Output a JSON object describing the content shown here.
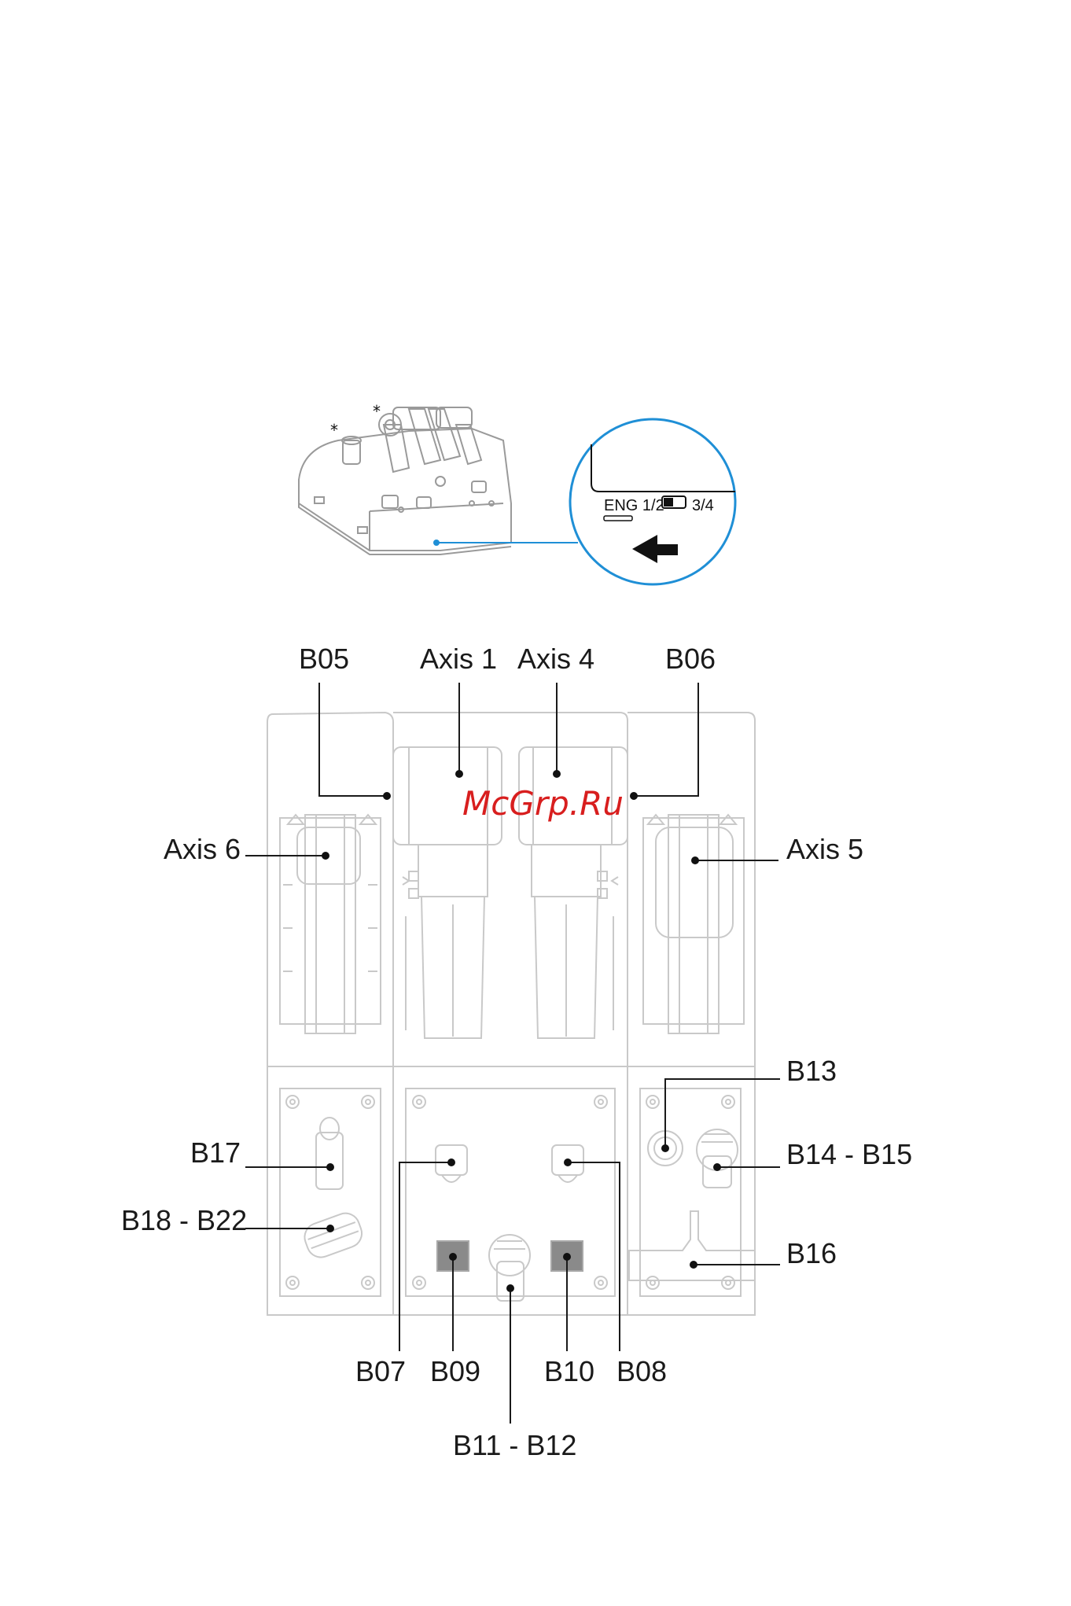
{
  "overview": {
    "asterisk_marks": [
      "*",
      "*"
    ],
    "switch_left_label": "ENG 1/2",
    "switch_right_label": "3/4",
    "highlight_color": "#1f8fd6"
  },
  "watermark": {
    "text": "McGrp.Ru",
    "color": "#d81e1e"
  },
  "callouts": {
    "b05": "B05",
    "axis1": "Axis 1",
    "axis4": "Axis 4",
    "b06": "B06",
    "axis6": "Axis 6",
    "axis5": "Axis 5",
    "b13": "B13",
    "b17": "B17",
    "b14_b15": "B14 - B15",
    "b18_b22": "B18 - B22",
    "b16": "B16",
    "b07": "B07",
    "b09": "B09",
    "b10": "B10",
    "b08": "B08",
    "b11_b12": "B11 - B12"
  },
  "icons": [
    "arrow-left-icon",
    "screw-icon",
    "rotary-knob-icon",
    "toggle-switch-icon"
  ]
}
